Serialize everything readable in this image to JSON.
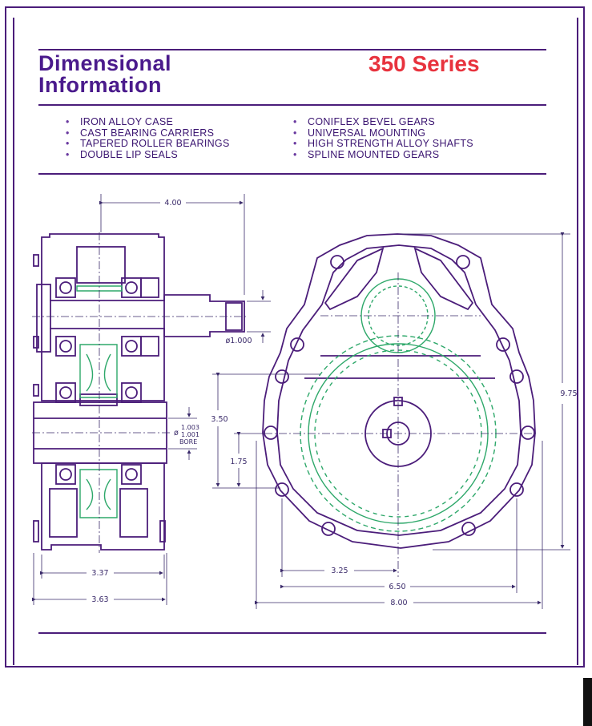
{
  "header": {
    "title_line1": "Dimensional",
    "title_line2": "Information",
    "series": "350 Series"
  },
  "features": {
    "left": [
      "IRON ALLOY CASE",
      "CAST BEARING CARRIERS",
      "TAPERED ROLLER BEARINGS",
      "DOUBLE LIP SEALS"
    ],
    "right": [
      "CONIFLEX BEVEL GEARS",
      "UNIVERSAL MOUNTING",
      "HIGH STRENGTH ALLOY SHAFTS",
      "SPLINE MOUNTED GEARS"
    ]
  },
  "dimensions": {
    "top_width": "4.00",
    "shaft_dia": "ø1.000",
    "bore_dia_prefix": "ø",
    "bore_upper": "1.003",
    "bore_lower": "1.001",
    "bore_label": "BORE",
    "height_center": "3.50",
    "height_lower": "1.75",
    "side_width_inner": "3.37",
    "side_width_outer": "3.63",
    "front_height": "9.75",
    "front_half_width": "3.25",
    "front_bolt_width": "6.50",
    "front_total_width": "8.00"
  },
  "colors": {
    "outline": "#4b1d7a",
    "gear": "#2ea86a",
    "series": "#e8333e",
    "dimension": "#3a2a6a"
  }
}
